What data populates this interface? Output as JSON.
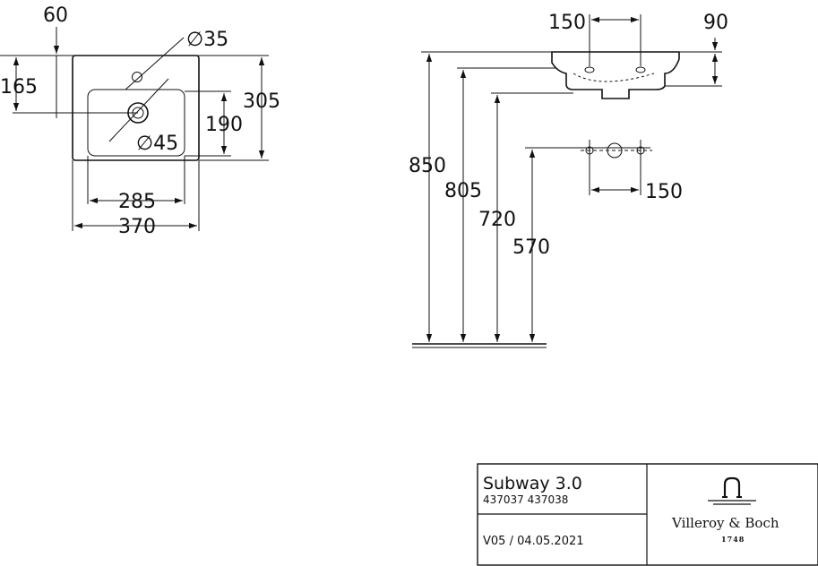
{
  "top_view": {
    "dim_tap_offset": "60",
    "dim_tap_dia": "−35",
    "dim_depth_to_tap": "165",
    "dim_depth": "305",
    "dim_bowl_depth": "190",
    "dim_drain_dia": "−45",
    "dim_bowl_width": "285",
    "dim_width": "370"
  },
  "side_view": {
    "dim_tap_spacing_top": "150",
    "dim_rim_height": "90",
    "dim_850": "850",
    "dim_805": "805",
    "dim_720": "720",
    "dim_570": "570",
    "dim_tap_spacing_wall": "150"
  },
  "title_block": {
    "product": "Subway 3.0",
    "article_numbers": "437037 437038",
    "version": "V05 / 04.05.2021",
    "brand": "Villeroy & Boch",
    "year": "1748"
  }
}
